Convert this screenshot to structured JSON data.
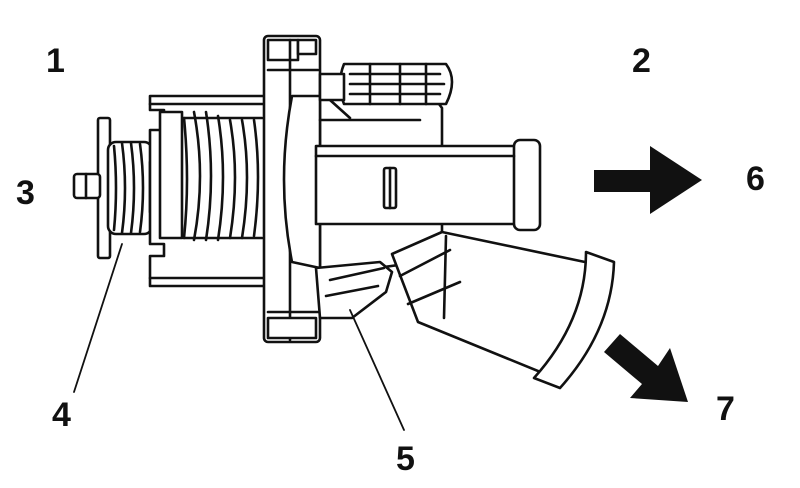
{
  "callouts": [
    {
      "id": "1",
      "text": "1"
    },
    {
      "id": "2",
      "text": "2"
    },
    {
      "id": "3",
      "text": "3"
    },
    {
      "id": "4",
      "text": "4"
    },
    {
      "id": "5",
      "text": "5"
    },
    {
      "id": "6",
      "text": "6"
    },
    {
      "id": "7",
      "text": "7"
    }
  ],
  "colors": {
    "ink": "#111111",
    "background": "#ffffff"
  },
  "icons": {
    "flow_arrow": "arrow-right-icon",
    "flow_arrow_diagonal": "arrow-down-right-icon"
  }
}
